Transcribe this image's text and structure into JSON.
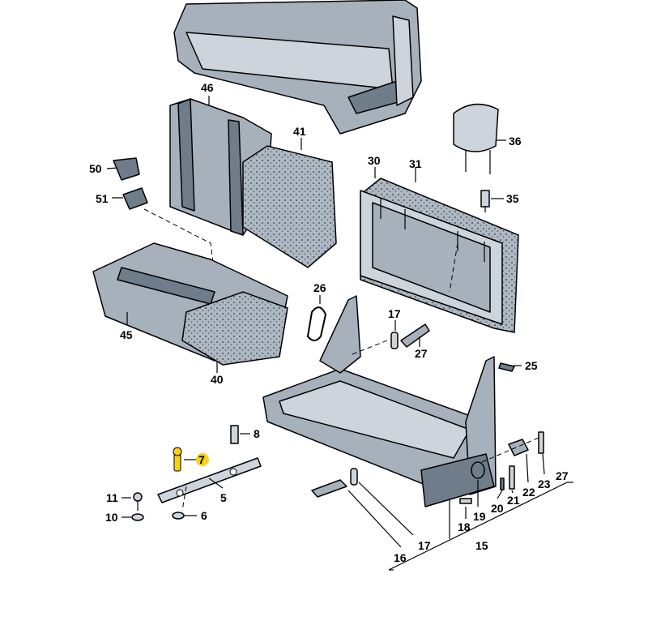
{
  "callouts": {
    "n46": "46",
    "n41": "41",
    "n50": "50",
    "n51": "51",
    "n45": "45",
    "n40": "40",
    "n30": "30",
    "n31": "31",
    "n36": "36",
    "n35": "35",
    "n26": "26",
    "n17a": "17",
    "n27a": "27",
    "n25": "25",
    "n8": "8",
    "n7": "7",
    "n5": "5",
    "n11": "11",
    "n10": "10",
    "n6": "6",
    "n16": "16",
    "n17b": "17",
    "n15": "15",
    "n18": "18",
    "n19": "19",
    "n20": "20",
    "n21": "21",
    "n22": "22",
    "n23": "23",
    "n27b": "27"
  },
  "colors": {
    "part": "#a7b1bc",
    "part_dark": "#6f7c8a",
    "part_light": "#cdd4db",
    "highlight": "#f7d117"
  }
}
